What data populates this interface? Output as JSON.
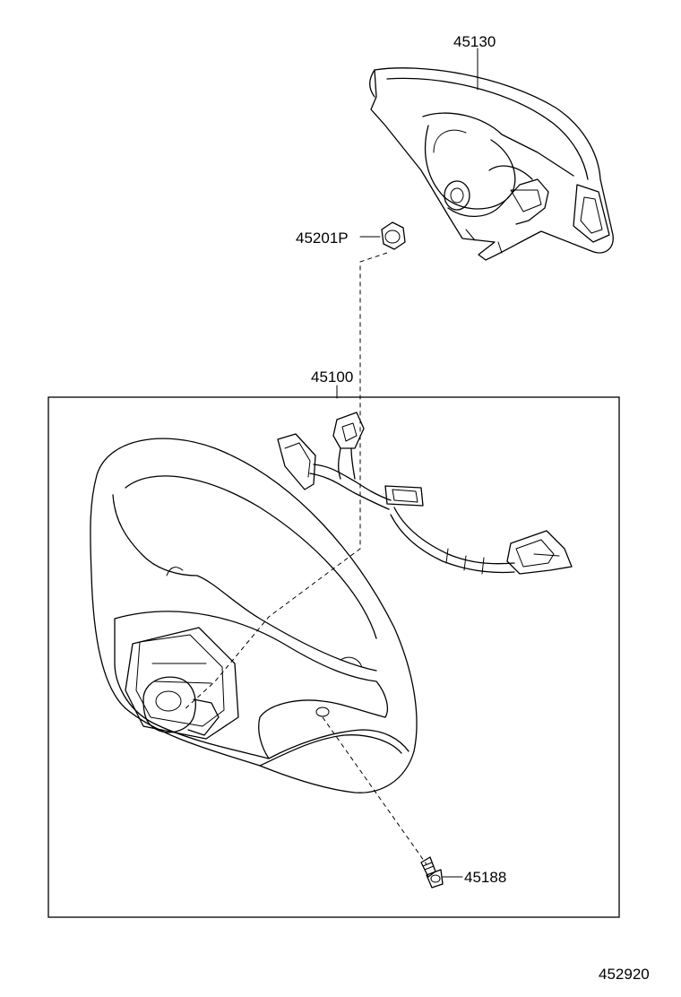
{
  "labels": {
    "airbag": "45130",
    "nut": "45201P",
    "wheel_assembly": "45100",
    "screw": "45188"
  },
  "figure_code": "452920"
}
